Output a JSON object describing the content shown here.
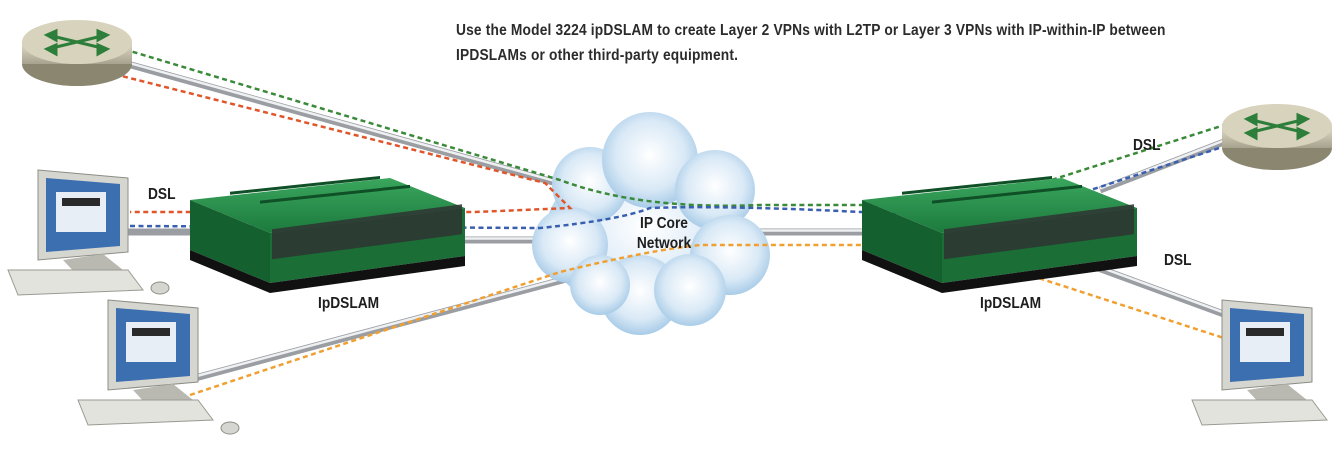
{
  "caption": "Use the Model 3224 ipDSLAM to create Layer 2 VPNs with L2TP or Layer 3 VPNs with IP-within-IP between IPDSLAMs or other third-party equipment.",
  "labels": {
    "dsl_left": "DSL",
    "dsl_right_top": "DSL",
    "dsl_right_bottom": "DSL",
    "ipdslam_left": "IpDSLAM",
    "ipdslam_right": "IpDSLAM",
    "core_line1": "IP Core",
    "core_line2": "Network"
  },
  "colors": {
    "green_path": "#3a8a3a",
    "red_path": "#e0552a",
    "blue_path": "#3a5fb0",
    "orange_path": "#f0a030",
    "device_green": "#1f8a45",
    "cloud": "#b9d6ec",
    "router": "#c9c4b0"
  },
  "icons": [
    "router-icon",
    "dslam-device-icon",
    "computer-icon",
    "cloud-icon"
  ]
}
